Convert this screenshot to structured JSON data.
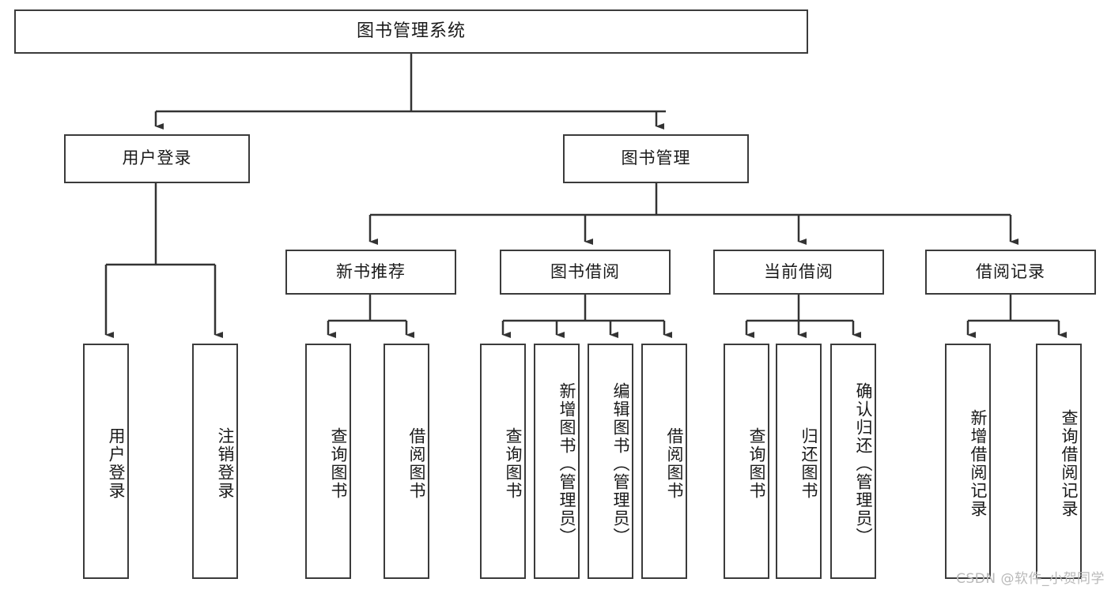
{
  "diagram": {
    "type": "tree",
    "title": "图书管理系统",
    "root": {
      "label": "图书管理系统"
    },
    "level2": [
      {
        "label": "用户登录"
      },
      {
        "label": "图书管理"
      }
    ],
    "level3": [
      {
        "label": "新书推荐"
      },
      {
        "label": "图书借阅"
      },
      {
        "label": "当前借阅"
      },
      {
        "label": "借阅记录"
      }
    ],
    "leaves": {
      "user_login": [
        {
          "label": "用户登录"
        },
        {
          "label": "注销登录"
        }
      ],
      "new_book_recommend": [
        {
          "label": "查询图书"
        },
        {
          "label": "借阅图书"
        }
      ],
      "book_borrow": [
        {
          "label": "查询图书"
        },
        {
          "label": "新增图书（管理员）"
        },
        {
          "label": "编辑图书（管理员）"
        },
        {
          "label": "借阅图书"
        }
      ],
      "current_borrow": [
        {
          "label": "查询图书"
        },
        {
          "label": "归还图书"
        },
        {
          "label": "确认归还（管理员）"
        }
      ],
      "borrow_record": [
        {
          "label": "新增借阅记录"
        },
        {
          "label": "查询借阅记录"
        }
      ]
    }
  },
  "watermark": {
    "text": "CSDN @软件_小贺同学"
  },
  "colors": {
    "box_border": "#3b3b3b",
    "box_fill": "#ffffff",
    "line": "#333333",
    "text": "#1a1a1a",
    "watermark": "#b9b9b9"
  }
}
